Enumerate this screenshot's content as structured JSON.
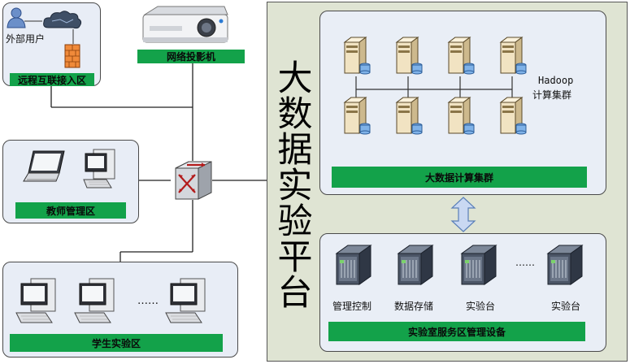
{
  "zones": {
    "remote": {
      "external_user": "外部用户",
      "label": "远程互联接入区"
    },
    "projector": {
      "label": "网络投影机"
    },
    "teacher": {
      "label": "教师管理区"
    },
    "student": {
      "label": "学生实验区",
      "dots": "……"
    },
    "platform": {
      "title_chars": [
        "大",
        "数",
        "据",
        "实",
        "验",
        "平",
        "台"
      ],
      "cluster": {
        "hadoop": "Hadoop",
        "caption": "计算集群",
        "label": "大数据计算集群"
      },
      "service": {
        "label": "实验室服务区管理设备",
        "dots": "……",
        "devices": [
          "管理控制",
          "数据存储",
          "实验台",
          "实验台"
        ]
      }
    }
  },
  "colors": {
    "zone_bg": "#e8edf6",
    "platform_bg": "#dfe4d3",
    "label_green": "#13a24a"
  }
}
